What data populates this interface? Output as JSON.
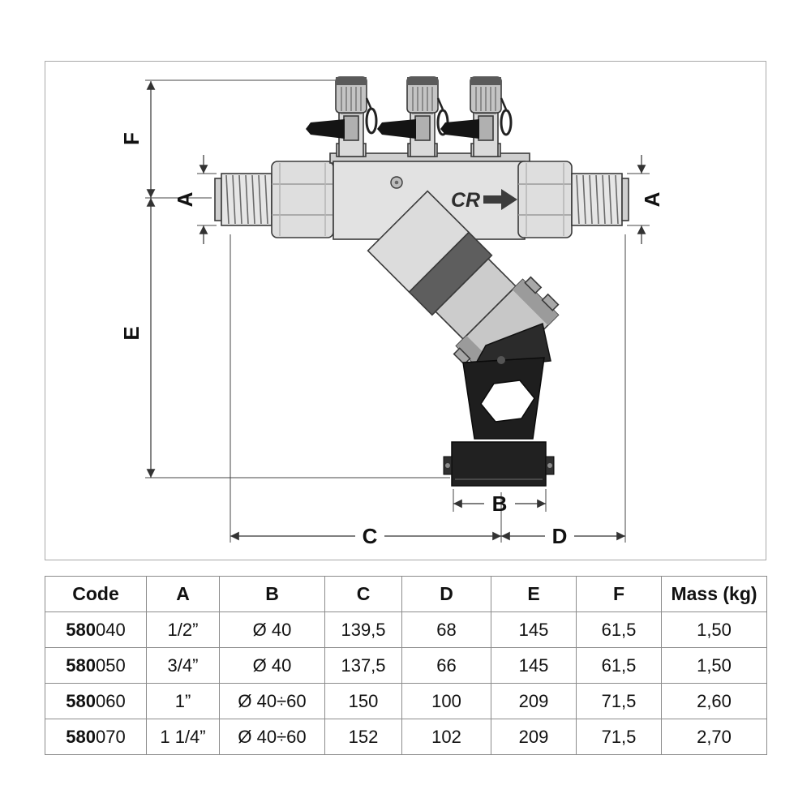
{
  "diagram": {
    "dim_labels": {
      "F": "F",
      "A_left": "A",
      "A_right": "A",
      "E": "E",
      "B": "B",
      "C": "C",
      "D": "D"
    },
    "logo_text": "CR"
  },
  "table": {
    "headers": [
      "Code",
      "A",
      "B",
      "C",
      "D",
      "E",
      "F",
      "Mass (kg)"
    ],
    "rows": [
      {
        "code_bold": "580",
        "code_rest": "040",
        "a": "1/2”",
        "b": "Ø 40",
        "c": "139,5",
        "d": "68",
        "e": "145",
        "f": "61,5",
        "mass": "1,50"
      },
      {
        "code_bold": "580",
        "code_rest": "050",
        "a": "3/4”",
        "b": "Ø 40",
        "c": "137,5",
        "d": "66",
        "e": "145",
        "f": "61,5",
        "mass": "1,50"
      },
      {
        "code_bold": "580",
        "code_rest": "060",
        "a": "1”",
        "b": "Ø 40÷60",
        "c": "150",
        "d": "100",
        "e": "209",
        "f": "71,5",
        "mass": "2,60"
      },
      {
        "code_bold": "580",
        "code_rest": "070",
        "a": "1 1/4”",
        "b": "Ø 40÷60",
        "c": "152",
        "d": "102",
        "e": "209",
        "f": "71,5",
        "mass": "2,70"
      }
    ]
  }
}
